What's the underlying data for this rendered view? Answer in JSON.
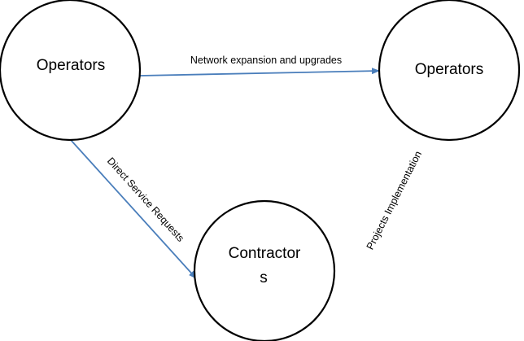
{
  "diagram": {
    "nodes": {
      "operators_left": {
        "label": "Operators"
      },
      "operators_right": {
        "label": "Operators"
      },
      "contractors": {
        "label_line1": "Contractor",
        "label_line2": "s"
      }
    },
    "edges": {
      "network_expansion": {
        "label": "Network expansion and upgrades"
      },
      "direct_service": {
        "label": "Direct Service Requests"
      },
      "projects_implementation": {
        "label": "Projects Implementation"
      }
    },
    "colors": {
      "arrow": "#4a7ebb",
      "node_outline": "#000000",
      "background": "#ffffff"
    }
  }
}
